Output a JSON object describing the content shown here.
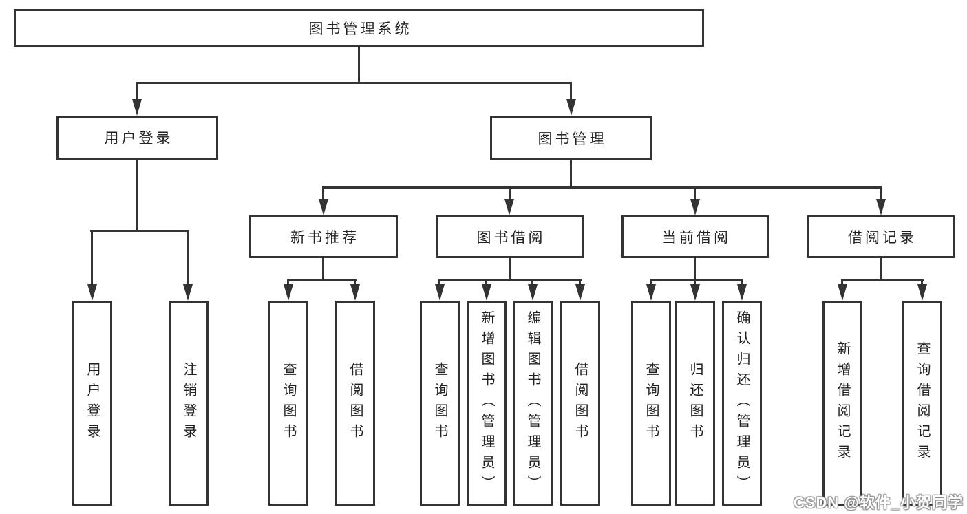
{
  "colors": {
    "line": "#333333",
    "box_border": "#333333",
    "box_background": "#ffffff",
    "text": "#222222",
    "watermark_fill": "#ffffff",
    "watermark_outline": "#8f8f8f"
  },
  "watermark": {
    "label": "CSDN @软件_小贺同学"
  },
  "tree": {
    "root": {
      "label": "图书管理系统"
    },
    "branches": [
      {
        "label": "用户登录",
        "children": [
          {
            "label": "用户登录"
          },
          {
            "label": "注销登录"
          }
        ]
      },
      {
        "label": "图书管理",
        "sections": [
          {
            "label": "新书推荐",
            "children": [
              {
                "label": "查询图书"
              },
              {
                "label": "借阅图书"
              }
            ]
          },
          {
            "label": "图书借阅",
            "children": [
              {
                "label": "查询图书"
              },
              {
                "label": "新增图书（管理员）"
              },
              {
                "label": "编辑图书（管理员）"
              },
              {
                "label": "借阅图书"
              }
            ]
          },
          {
            "label": "当前借阅",
            "children": [
              {
                "label": "查询图书"
              },
              {
                "label": "归还图书"
              },
              {
                "label": "确认归还（管理员）"
              }
            ]
          },
          {
            "label": "借阅记录",
            "children": [
              {
                "label": "新增借阅记录"
              },
              {
                "label": "查询借阅记录"
              }
            ]
          }
        ]
      }
    ]
  }
}
